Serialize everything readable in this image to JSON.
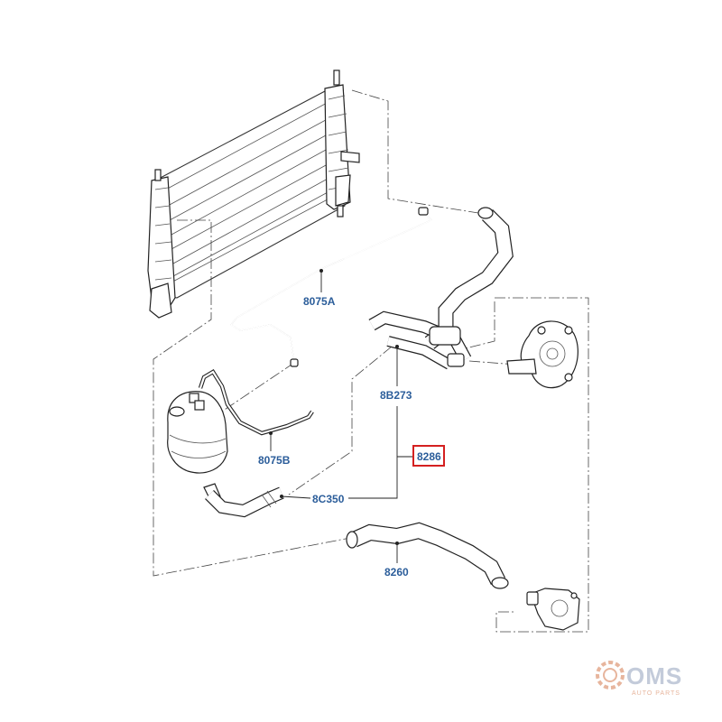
{
  "labels": {
    "p8075a": "8075A",
    "p8075b": "8075B",
    "p8b273": "8B273",
    "p8286": "8286",
    "p8c350": "8C350",
    "p8260": "8260"
  },
  "highlighted_part": "8286",
  "watermark": {
    "brand": "OMS",
    "tagline": "AUTO PARTS"
  },
  "colors": {
    "label_blue": "#2b5d9a",
    "highlight_red": "#d42020",
    "watermark_grey": "#b9c3d4",
    "watermark_orange": "#e3a98c"
  }
}
